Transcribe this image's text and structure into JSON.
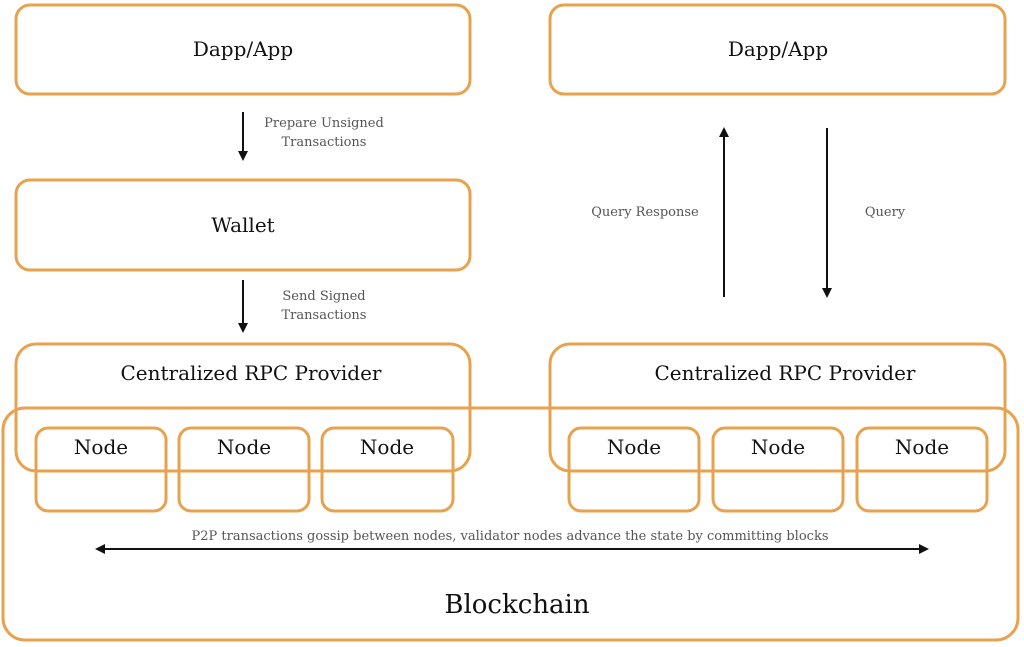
{
  "colors": {
    "box_stroke": "#E7A24E",
    "arrow": "#111111",
    "annotation_text": "#555555"
  },
  "left": {
    "dapp_label": "Dapp/App",
    "prepare_label_line1": "Prepare Unsigned",
    "prepare_label_line2": "Transactions",
    "wallet_label": "Wallet",
    "send_label_line1": "Send Signed",
    "send_label_line2": "Transactions",
    "rpc_label": "Centralized RPC Provider"
  },
  "right": {
    "dapp_label": "Dapp/App",
    "query_response_label": "Query Response",
    "query_label": "Query",
    "rpc_label": "Centralized RPC Provider"
  },
  "nodes": [
    "Node",
    "Node",
    "Node",
    "Node",
    "Node",
    "Node"
  ],
  "blockchain": {
    "gossip_label": "P2P transactions gossip between nodes, validator nodes advance the state by committing blocks",
    "title": "Blockchain"
  }
}
